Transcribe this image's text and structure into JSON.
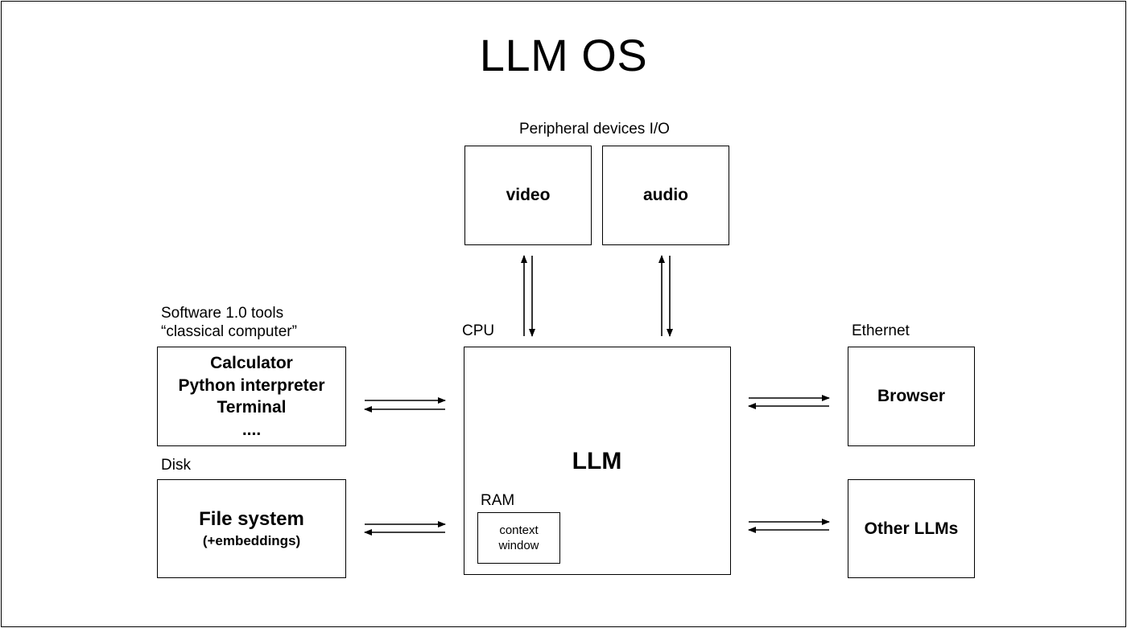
{
  "title": "LLM OS",
  "peripheral": {
    "label": "Peripheral devices I/O",
    "video": "video",
    "audio": "audio"
  },
  "software": {
    "label_lines": [
      "Software 1.0 tools",
      "“classical computer”"
    ],
    "tools": [
      "Calculator",
      "Python interpreter",
      "Terminal",
      "...."
    ]
  },
  "disk": {
    "label": "Disk",
    "main": "File system",
    "sub": "(+embeddings)"
  },
  "cpu": {
    "label": "CPU",
    "llm": "LLM",
    "ram_label": "RAM",
    "context_lines": [
      "context",
      "window"
    ]
  },
  "ethernet": {
    "label": "Ethernet",
    "browser": "Browser"
  },
  "other_llms": "Other LLMs"
}
